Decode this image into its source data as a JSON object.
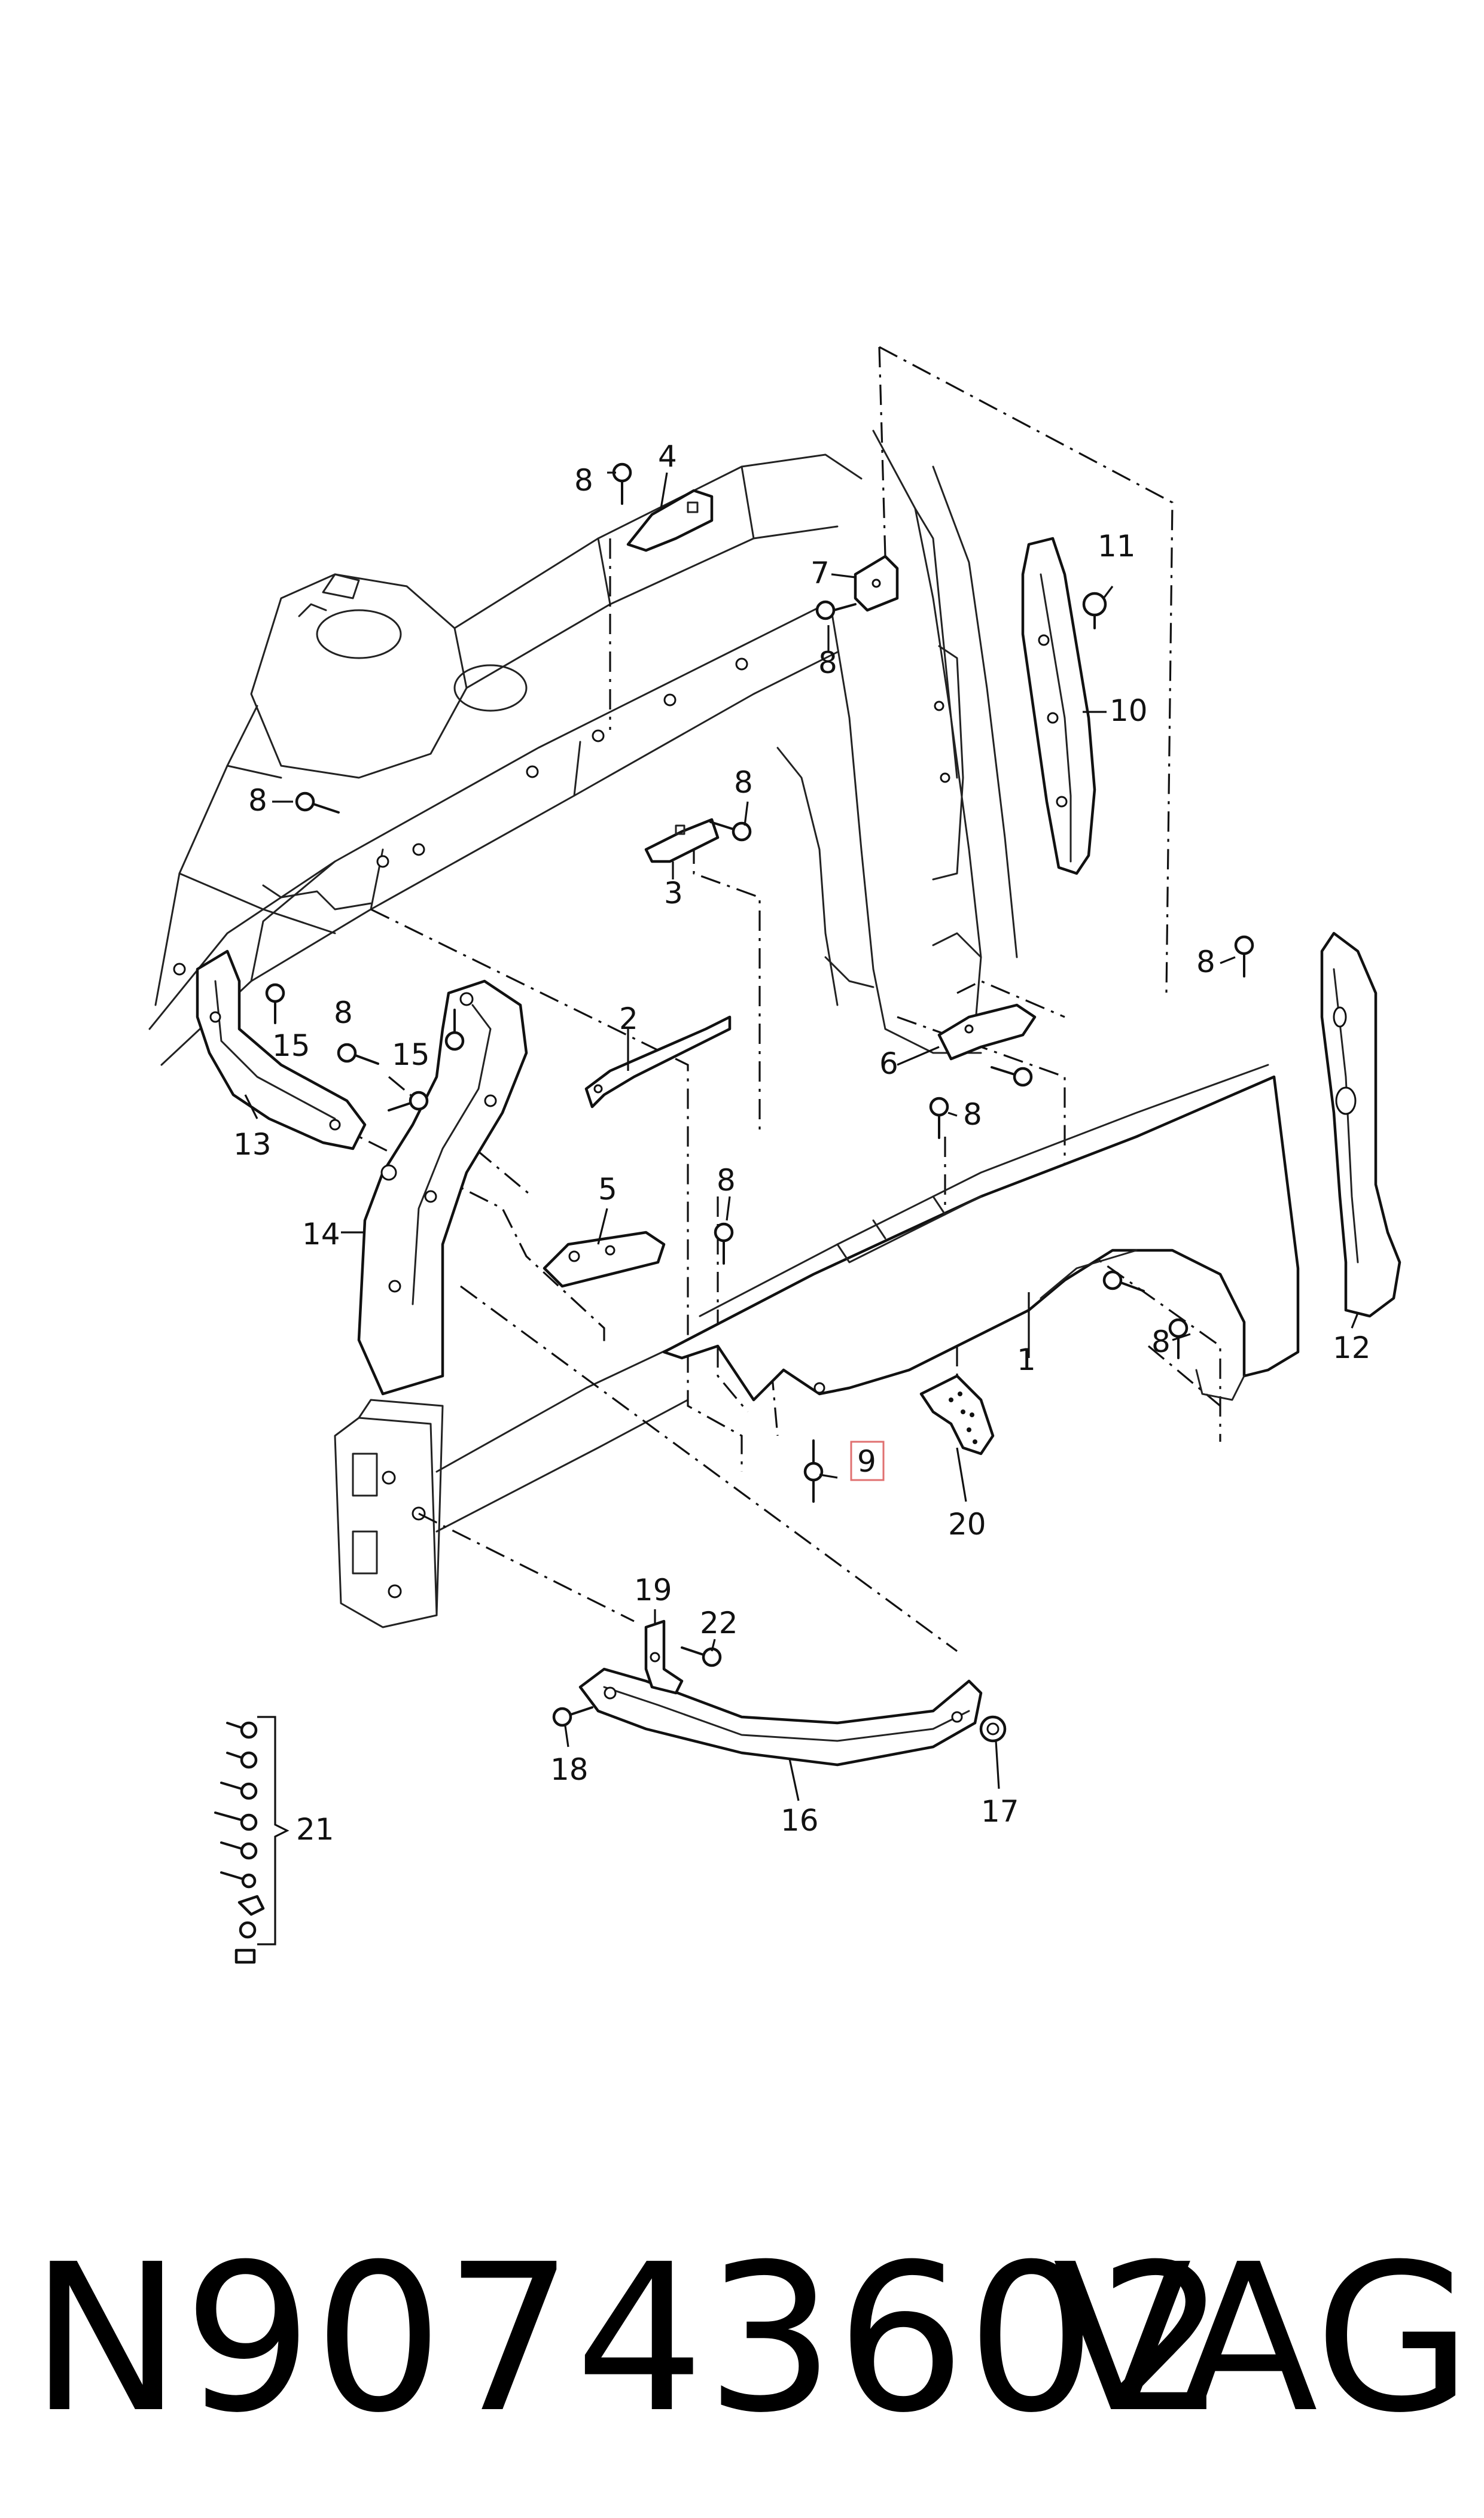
{
  "diagram": {
    "callouts": {
      "c1": "1",
      "c2": "2",
      "c3": "3",
      "c4": "4",
      "c5": "5",
      "c6": "6",
      "c7": "7",
      "c8": "8",
      "c9": "9",
      "c10": "10",
      "c11": "11",
      "c12": "12",
      "c13": "13",
      "c14": "14",
      "c15": "15",
      "c16": "16",
      "c17": "17",
      "c18": "18",
      "c19": "19",
      "c20": "20",
      "c21": "21",
      "c22": "22"
    },
    "highlighted_callout": "9",
    "highlight_color": "#e07070"
  },
  "footer": {
    "part_number": "N90743602",
    "brand": "VAG"
  }
}
